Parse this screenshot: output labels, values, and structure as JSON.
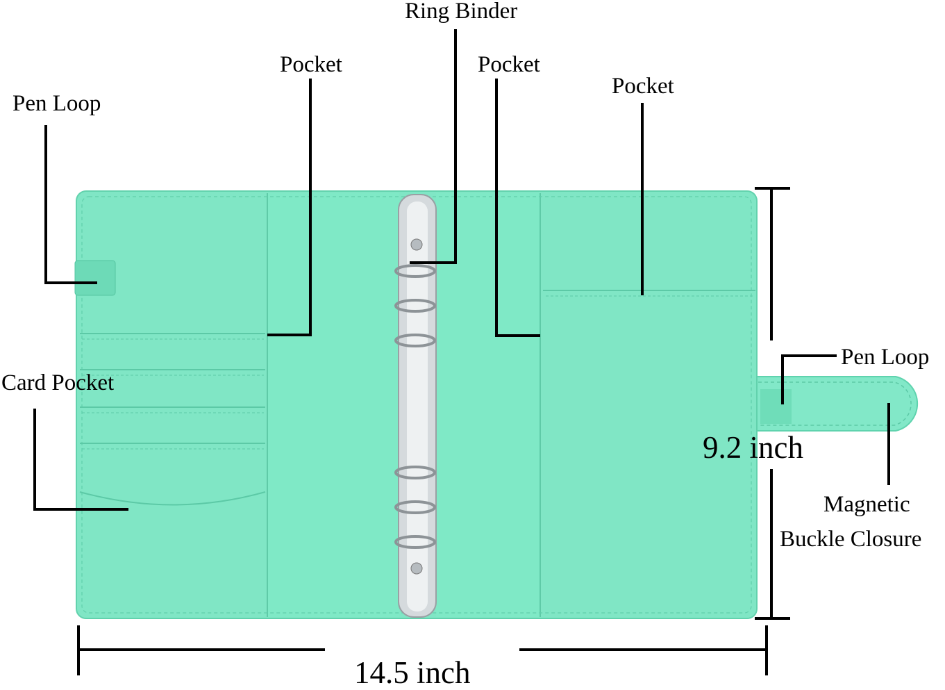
{
  "labels": {
    "ring_binder": "Ring Binder",
    "pocket_left": "Pocket",
    "pocket_middle": "Pocket",
    "pocket_right": "Pocket",
    "pen_loop_left": "Pen Loop",
    "card_pocket": "Card Pocket",
    "pen_loop_right": "Pen Loop",
    "magnetic_line1": "Magnetic",
    "magnetic_line2": "Buckle Closure",
    "height_dimension": "9.2 inch",
    "width_dimension": "14.5 inch"
  },
  "colors": {
    "binder": "#7ee8c6",
    "binder_dark": "#5fd3ae",
    "metal": "#d8dcdf",
    "line": "#000000"
  }
}
